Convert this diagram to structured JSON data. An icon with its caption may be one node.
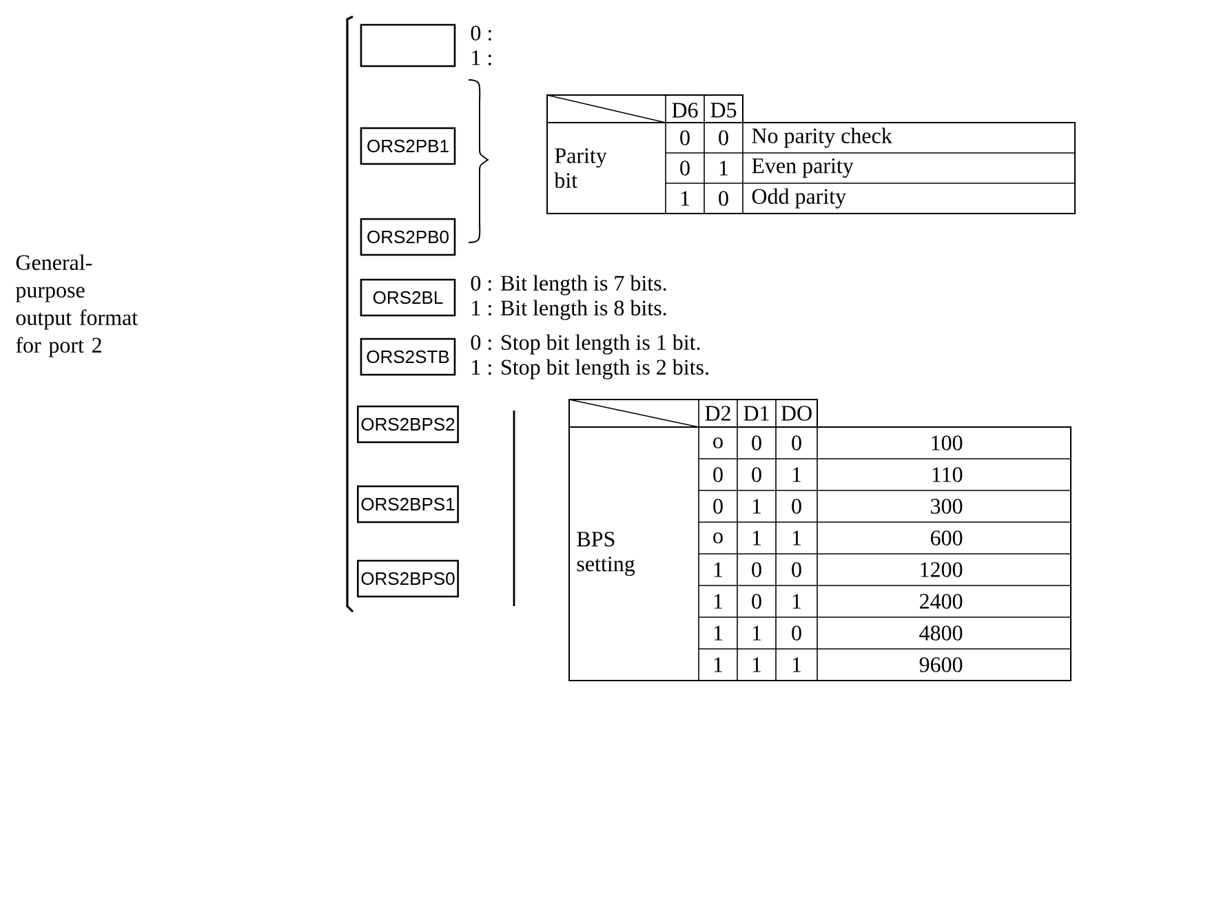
{
  "diagram": {
    "nodes": [
      {
        "text": [],
        "shape": "box",
        "beside": [
          "0 :",
          "1 :"
        ]
      },
      {
        "text": [
          "ORS2PB1"
        ]
      },
      {
        "text": [
          "ORS2PB0"
        ]
      },
      {
        "text": [
          "ORS2BL"
        ],
        "beside": [
          "0 : Bit length is 7 bits.",
          "1 : Bit length is 8 bits."
        ]
      },
      {
        "text": [
          "ORS2STB"
        ],
        "beside": [
          "0 : Stop bit length is 1 bit.",
          "1 : Stop bit length is 2 bits."
        ]
      },
      {
        "text": [
          "ORS2BPS2"
        ]
      },
      {
        "text": [
          "ORS2BPS1"
        ]
      },
      {
        "text": [
          "ORS2BPS0"
        ]
      }
    ],
    "labels": [
      "General-purpose output format for port 2",
      "D6",
      "D5",
      "Parity bit",
      "0",
      "0",
      "No parity check",
      "0",
      "1",
      "Even parity",
      "1",
      "0",
      "Odd parity",
      "D2",
      "D1",
      "DO",
      "BPS setting",
      "o",
      "0",
      "0",
      "100",
      "0",
      "0",
      "1",
      "110",
      "0",
      "1",
      "0",
      "300",
      "o",
      "1",
      "1",
      "600",
      "1",
      "0",
      "0",
      "1200",
      "1",
      "0",
      "1",
      "2400",
      "1",
      "1",
      "0",
      "4800",
      "1",
      "1",
      "1",
      "9600"
    ]
  }
}
